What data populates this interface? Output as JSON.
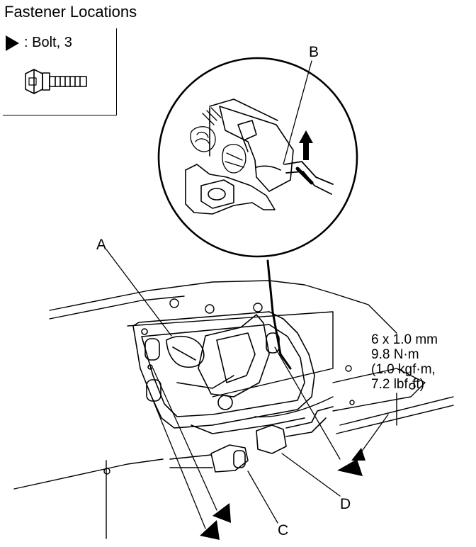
{
  "title": "Fastener Locations",
  "legend": {
    "text": ": Bolt, 3",
    "icon": "bolt-icon"
  },
  "labels": {
    "a": "A",
    "b": "B",
    "c": "C",
    "d": "D"
  },
  "spec": {
    "line1": "6 x 1.0 mm",
    "line2": "9.8 N·m",
    "line3": "(1.0 kgf·m,",
    "line4": "7.2 lbf·ft)"
  }
}
